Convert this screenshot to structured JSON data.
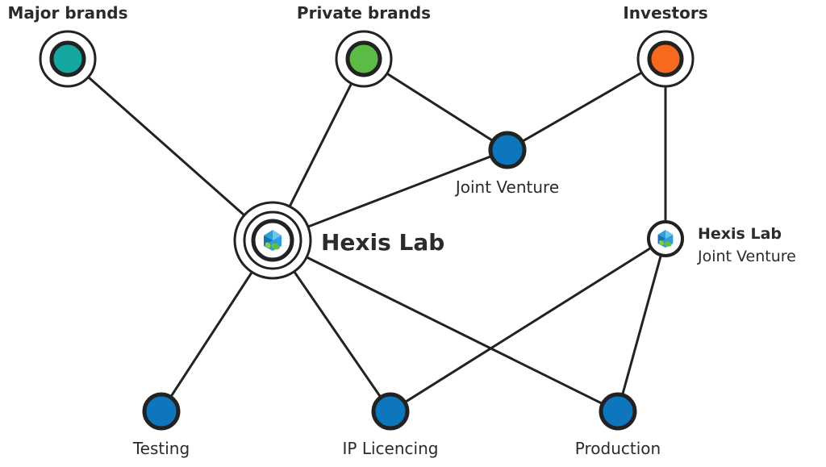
{
  "nodes": {
    "major_brands": {
      "label": "Major brands",
      "color": "#16a7a1"
    },
    "private_brands": {
      "label": "Private brands",
      "color": "#5bbb45"
    },
    "investors": {
      "label": "Investors",
      "color": "#f56a1d"
    },
    "joint_venture": {
      "label": "Joint Venture",
      "color": "#0e76bd"
    },
    "hexis_lab": {
      "label": "Hexis Lab",
      "icon": "hexis-logo-icon"
    },
    "hexis_jv": {
      "label_line1": "Hexis Lab",
      "label_line2": "Joint Venture",
      "icon": "hexis-logo-icon"
    },
    "testing": {
      "label": "Testing",
      "color": "#0e76bd"
    },
    "ip_licencing": {
      "label": "IP Licencing",
      "color": "#0e76bd"
    },
    "production": {
      "label": "Production",
      "color": "#0e76bd"
    }
  },
  "colors": {
    "line": "#222222",
    "text": "#2b2b2b"
  }
}
